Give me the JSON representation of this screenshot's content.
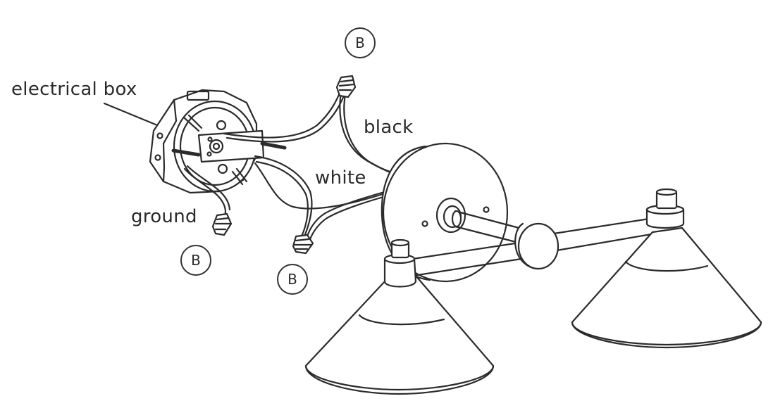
{
  "labels": {
    "electrical_box": "electrical box",
    "black": "black",
    "white": "white",
    "ground": "ground"
  },
  "badges": [
    "B",
    "B",
    "B"
  ],
  "colors": {
    "line": "#2b2b2b",
    "background": "#ffffff"
  }
}
